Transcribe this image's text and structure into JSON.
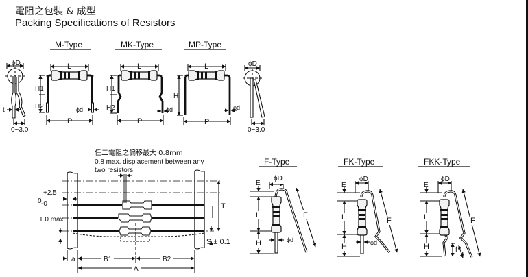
{
  "header": {
    "title_zh": "電阻之包裝 & 成型",
    "title_en": "Packing Specifications of Resistors"
  },
  "forming_types": {
    "m_type": {
      "label": "M-Type",
      "dims": [
        "L",
        "H1",
        "H2",
        "P",
        "ϕd"
      ]
    },
    "mk_type": {
      "label": "MK-Type",
      "dims": [
        "L",
        "H1",
        "H2",
        "P",
        "ϕd"
      ]
    },
    "mp_type": {
      "label": "MP-Type",
      "dims": [
        "L",
        "H",
        "P",
        "ϕd"
      ]
    },
    "side_left": {
      "dims": [
        "ϕD",
        "t",
        "0~3.0"
      ]
    },
    "side_right": {
      "dims": [
        "ϕD",
        "0~3.0"
      ]
    }
  },
  "tape": {
    "note_zh": "任二電阻之偏移最大 0.8mm",
    "note_en_1": "0.8 max. displacement between any",
    "note_en_2": "two resistors",
    "tol_plus": "+2.5",
    "tol_base": "0",
    "tol_minus": "-0",
    "max_label": "1.0 max.",
    "dims": {
      "T": "T",
      "S": "S ± 0.1",
      "a": "a",
      "B1": "B1",
      "B2": "B2",
      "A": "A"
    }
  },
  "folded_types": {
    "f_type": {
      "label": "F-Type",
      "dims": [
        "E",
        "ϕD",
        "L",
        "F",
        "H",
        "ϕd"
      ]
    },
    "fk_type": {
      "label": "FK-Type",
      "dims": [
        "E",
        "ϕD",
        "L",
        "F",
        "H",
        "ϕd"
      ]
    },
    "fkk_type": {
      "label": "FKK-Type",
      "dims": [
        "E",
        "ϕD",
        "L",
        "F",
        "H",
        "f",
        "f"
      ]
    }
  },
  "colors": {
    "ink": "#111111",
    "body": "#f2f2f2",
    "band": "#111111"
  }
}
